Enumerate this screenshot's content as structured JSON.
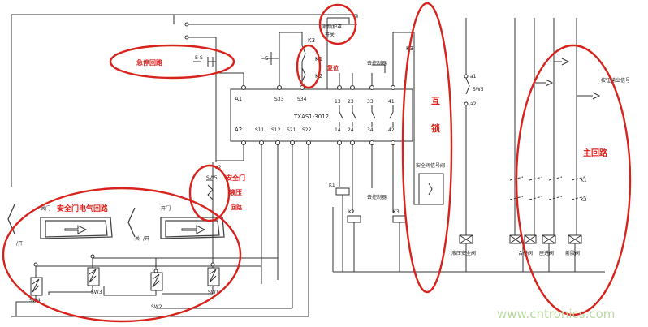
{
  "labels": {
    "emergency_stop": "急停回路",
    "laser_guard_switch_line1": "射频护罩",
    "laser_guard_switch_line2": "开关",
    "reset": "复位",
    "mutex_line1": "互",
    "mutex_line2": "锁",
    "output_signal": "按钮输出信号",
    "main_circuit": "主回路",
    "safety_door_hyd_line1": "安全门",
    "safety_door_hyd_line2": "液压",
    "safety_door_hyd_line3": "回路",
    "safety_door_electric": "安全门电气回路",
    "safety_valve_signal": "安全阀信号阀",
    "module_name": "TXAS1-3012",
    "door_close": "关门",
    "door_open": "开门",
    "close": "关",
    "open_left": "/开",
    "open_right": "/开"
  },
  "terminals": {
    "a1": "A1",
    "a2": "A2",
    "s33": "S33",
    "s34": "S34",
    "s11": "S11",
    "s12": "S12",
    "s21": "S21",
    "s22": "S22",
    "t13": "13",
    "t23": "23",
    "t33": "33",
    "t41": "41",
    "t14": "14",
    "t24": "24",
    "t34": "34",
    "t42": "42"
  },
  "components": {
    "s": "S",
    "k3_top": "K3",
    "k1": "K1",
    "k2": "K2",
    "k3_right": "K3",
    "sw5": "SW5",
    "a1": "a1",
    "a2": "a2",
    "sw5_door": "SW5",
    "a2_door": "a2",
    "coil_k1": "K1",
    "coil_k2": "K2",
    "coil_k3": "K3",
    "main_k1": "K1",
    "main_k2": "K2",
    "sw1": "SW1",
    "sw2": "SW2",
    "sw3": "SW3",
    "sw4": "SW4",
    "controller_top": "去控制器",
    "controller_bottom": "去控制器"
  },
  "valves": [
    "液压安全阀",
    "合模阀",
    "座进阀",
    "射胶阀"
  ],
  "watermark": "www.cntronics.com"
}
